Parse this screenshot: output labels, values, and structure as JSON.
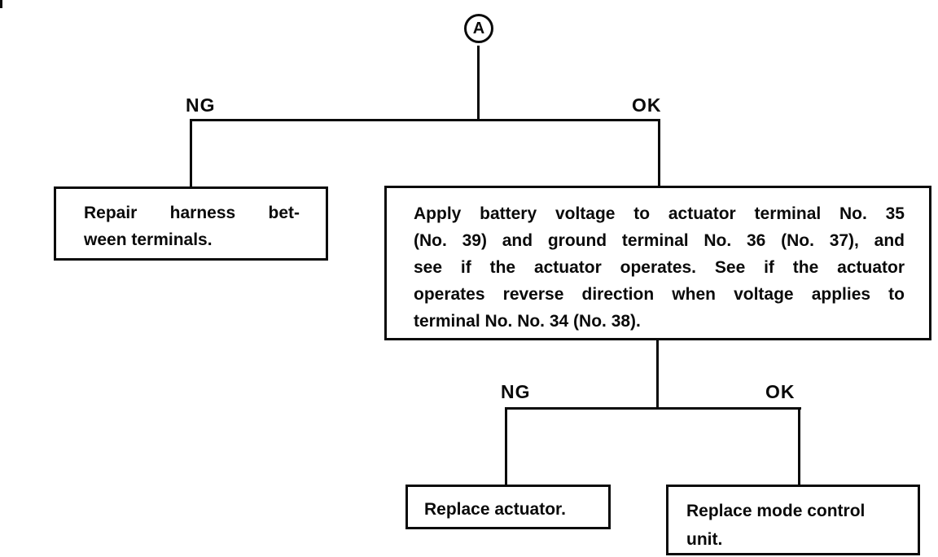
{
  "connector": {
    "label": "A"
  },
  "branch1": {
    "ng": "NG",
    "ok": "OK"
  },
  "branch2": {
    "ng": "NG",
    "ok": "OK"
  },
  "boxes": {
    "repair_harness": {
      "lines": [
        "Repair harness bet-",
        "ween terminals."
      ]
    },
    "apply_voltage": {
      "lines": [
        "Apply battery voltage to actuator terminal No. 35",
        "(No. 39) and ground terminal No. 36 (No. 37), and",
        "see if the actuator operates. See if the actuator",
        "operates reverse direction when voltage applies to",
        "terminal No. No. 34 (No. 38)."
      ]
    },
    "replace_actuator": {
      "lines": [
        "Replace actuator."
      ]
    },
    "replace_mode_control": {
      "lines": [
        "Replace mode control",
        "unit."
      ]
    }
  },
  "colors": {
    "line": "#0a0a0a",
    "background": "#ffffff"
  }
}
